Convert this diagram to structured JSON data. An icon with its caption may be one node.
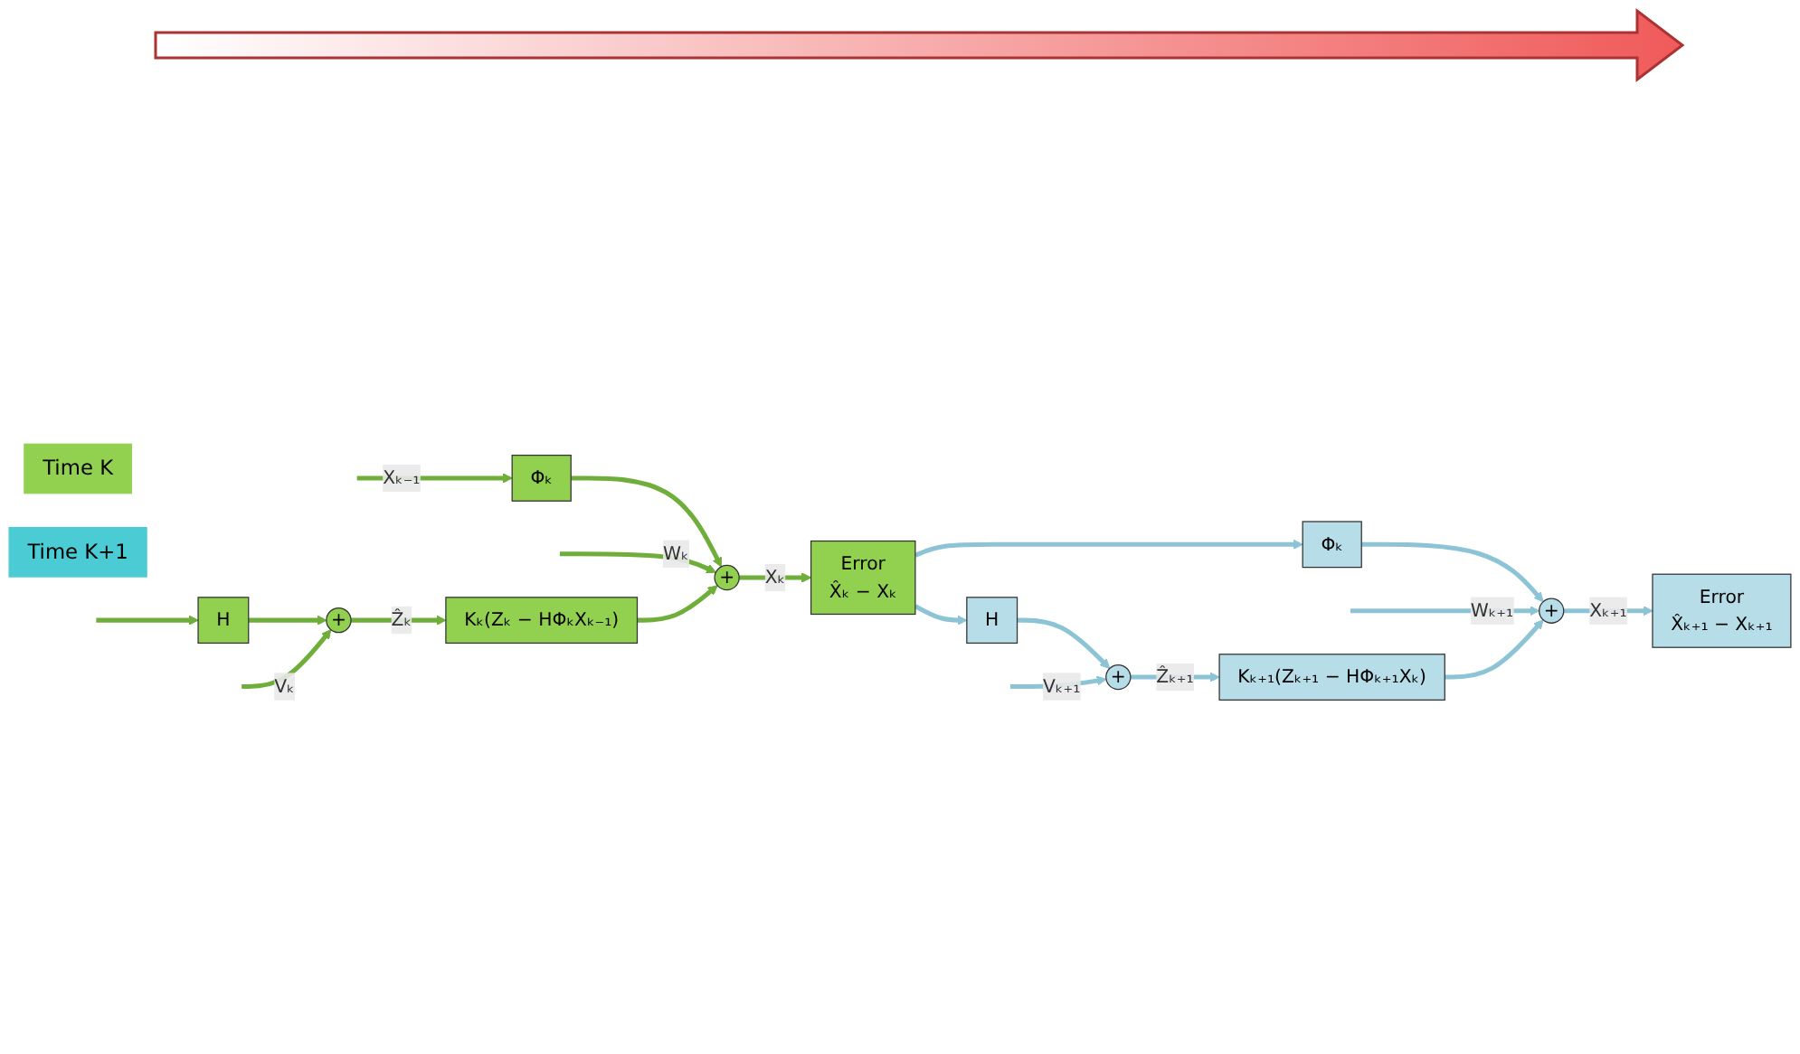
{
  "diagram": {
    "nodes": [
      {
        "text": [
          "Time K"
        ]
      },
      {
        "text": [
          "Time K+1"
        ]
      },
      {
        "text": [
          "Φₖ"
        ]
      },
      {
        "text": [
          "+"
        ]
      },
      {
        "text": [
          "Error",
          "X̂ₖ − Xₖ"
        ]
      },
      {
        "text": [
          "H"
        ]
      },
      {
        "text": [
          "+"
        ]
      },
      {
        "text": [
          "Kₖ(Zₖ − HΦₖXₖ₋₁)"
        ]
      },
      {
        "text": [
          "Φₖ"
        ]
      },
      {
        "text": [
          "+"
        ]
      },
      {
        "text": [
          "Error",
          "X̂ₖ₊₁ − Xₖ₊₁"
        ]
      },
      {
        "text": [
          "H"
        ]
      },
      {
        "text": [
          "+"
        ]
      },
      {
        "text": [
          "Kₖ₊₁(Zₖ₊₁ − HΦₖ₊₁Xₖ)"
        ]
      }
    ],
    "edges": [
      {
        "from": null,
        "to": 2,
        "arrow": "to",
        "label": "Xₖ₋₁"
      },
      {
        "from": null,
        "to": 5,
        "arrow": "to"
      },
      {
        "from": 2,
        "to": 3,
        "arrow": "to"
      },
      {
        "from": null,
        "to": 3,
        "arrow": "to",
        "label": "Wₖ"
      },
      {
        "from": 7,
        "to": 3,
        "arrow": "to"
      },
      {
        "from": 3,
        "to": 4,
        "arrow": "to",
        "label": "Xₖ"
      },
      {
        "from": 5,
        "to": 6,
        "arrow": "to"
      },
      {
        "from": null,
        "to": 6,
        "arrow": "to",
        "label": "Vₖ"
      },
      {
        "from": 6,
        "to": 7,
        "arrow": "to",
        "label": "Ẑₖ"
      },
      {
        "from": 4,
        "to": 8,
        "arrow": "to",
        "color": "#8cc4d6"
      },
      {
        "from": 4,
        "to": 11,
        "arrow": "to",
        "color": "#8cc4d6"
      },
      {
        "from": 8,
        "to": 9,
        "arrow": "to",
        "color": "#8cc4d6"
      },
      {
        "from": null,
        "to": 9,
        "arrow": "to",
        "label": "Wₖ₊₁",
        "color": "#8cc4d6"
      },
      {
        "from": 13,
        "to": 9,
        "arrow": "to",
        "color": "#8cc4d6"
      },
      {
        "from": 9,
        "to": 10,
        "arrow": "to",
        "label": "Xₖ₊₁",
        "color": "#8cc4d6"
      },
      {
        "from": 11,
        "to": 12,
        "arrow": "to",
        "color": "#8cc4d6"
      },
      {
        "from": null,
        "to": 12,
        "arrow": "to",
        "label": "Vₖ₊₁",
        "color": "#8cc4d6"
      },
      {
        "from": 12,
        "to": 13,
        "arrow": "to",
        "label": "Ẑₖ₊₁",
        "color": "#8cc4d6"
      }
    ]
  }
}
